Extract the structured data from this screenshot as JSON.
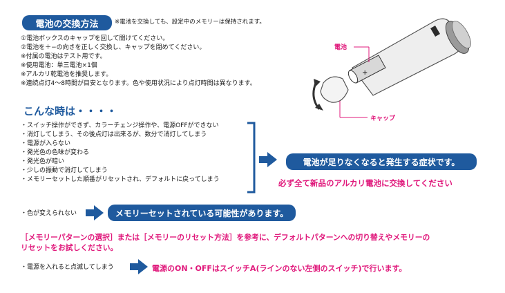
{
  "header": {
    "title": "電池の交換方法",
    "note": "※電池を交換しても、設定中のメモリーは保持されます。"
  },
  "steps": [
    "①電池ボックスのキャップを回して開けてください。",
    "②電池を＋−の向きを正しく交換し、キャップを閉めてください。",
    "※付属の電池はテスト用です。",
    "※使用電池：単三電池×1個",
    "※アルカリ乾電池を推奨します。",
    "※連続点灯4〜8時間が目安となります。色や使用状況により点灯時間は異なります。"
  ],
  "diagram": {
    "battery_label": "電池",
    "cap_label": "キャップ"
  },
  "section2": {
    "title": "こんな時は・・・・",
    "symptoms": [
      "・スイッチ操作ができず、カラーチェンジ操作や、電源OFFができない",
      "・消灯してしまう、その後点灯は出来るが、数分で消灯してしまう",
      "・電源が入らない",
      "・発光色の色味が変わる",
      "・発光色が暗い",
      "・少しの振動で消灯してしまう",
      "・メモリーセットした順番がリセットされ、デフォルトに戻ってしまう"
    ],
    "result": "電池が足りなくなると発生する症状です。",
    "advice": "必ず全て新品のアルカリ電池に交換してください"
  },
  "case2": {
    "symptom": "・色が変えられない",
    "result": "メモリーセットされている可能性があります。"
  },
  "reference": {
    "line1": "［メモリーパターンの選択］または［メモリーのリセット方法］を参考に、デフォルトパターンへの切り替えやメモリーの",
    "line2": "リセットをお試しください。"
  },
  "case3": {
    "symptom": "・電源を入れると点滅してしまう",
    "result": "電源のON・OFFはスイッチA(ラインのない左側のスイッチ)で行います。"
  },
  "colors": {
    "accent_blue": "#1f5a9e",
    "magenta": "#e0187b"
  }
}
